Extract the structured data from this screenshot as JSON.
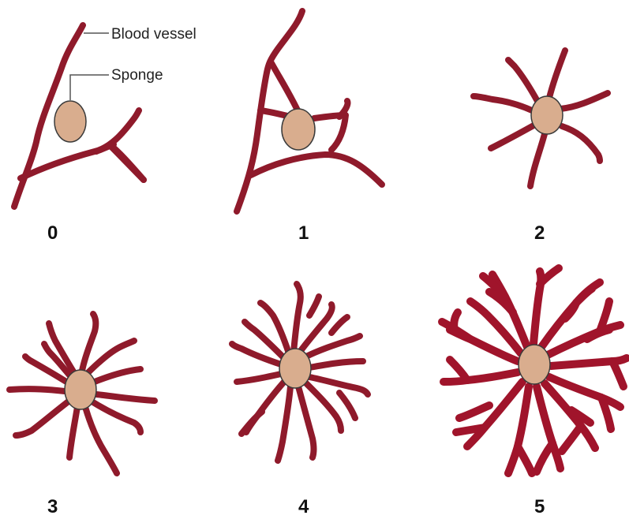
{
  "annotations": {
    "blood_vessel": "Blood vessel",
    "sponge": "Sponge"
  },
  "panels": [
    {
      "label": "0"
    },
    {
      "label": "1"
    },
    {
      "label": "2"
    },
    {
      "label": "3"
    },
    {
      "label": "4"
    },
    {
      "label": "5"
    }
  ],
  "colors": {
    "vessel": "#8f1a2b",
    "vessel_dark": "#a0142b",
    "sponge": "#d9ad8e"
  }
}
